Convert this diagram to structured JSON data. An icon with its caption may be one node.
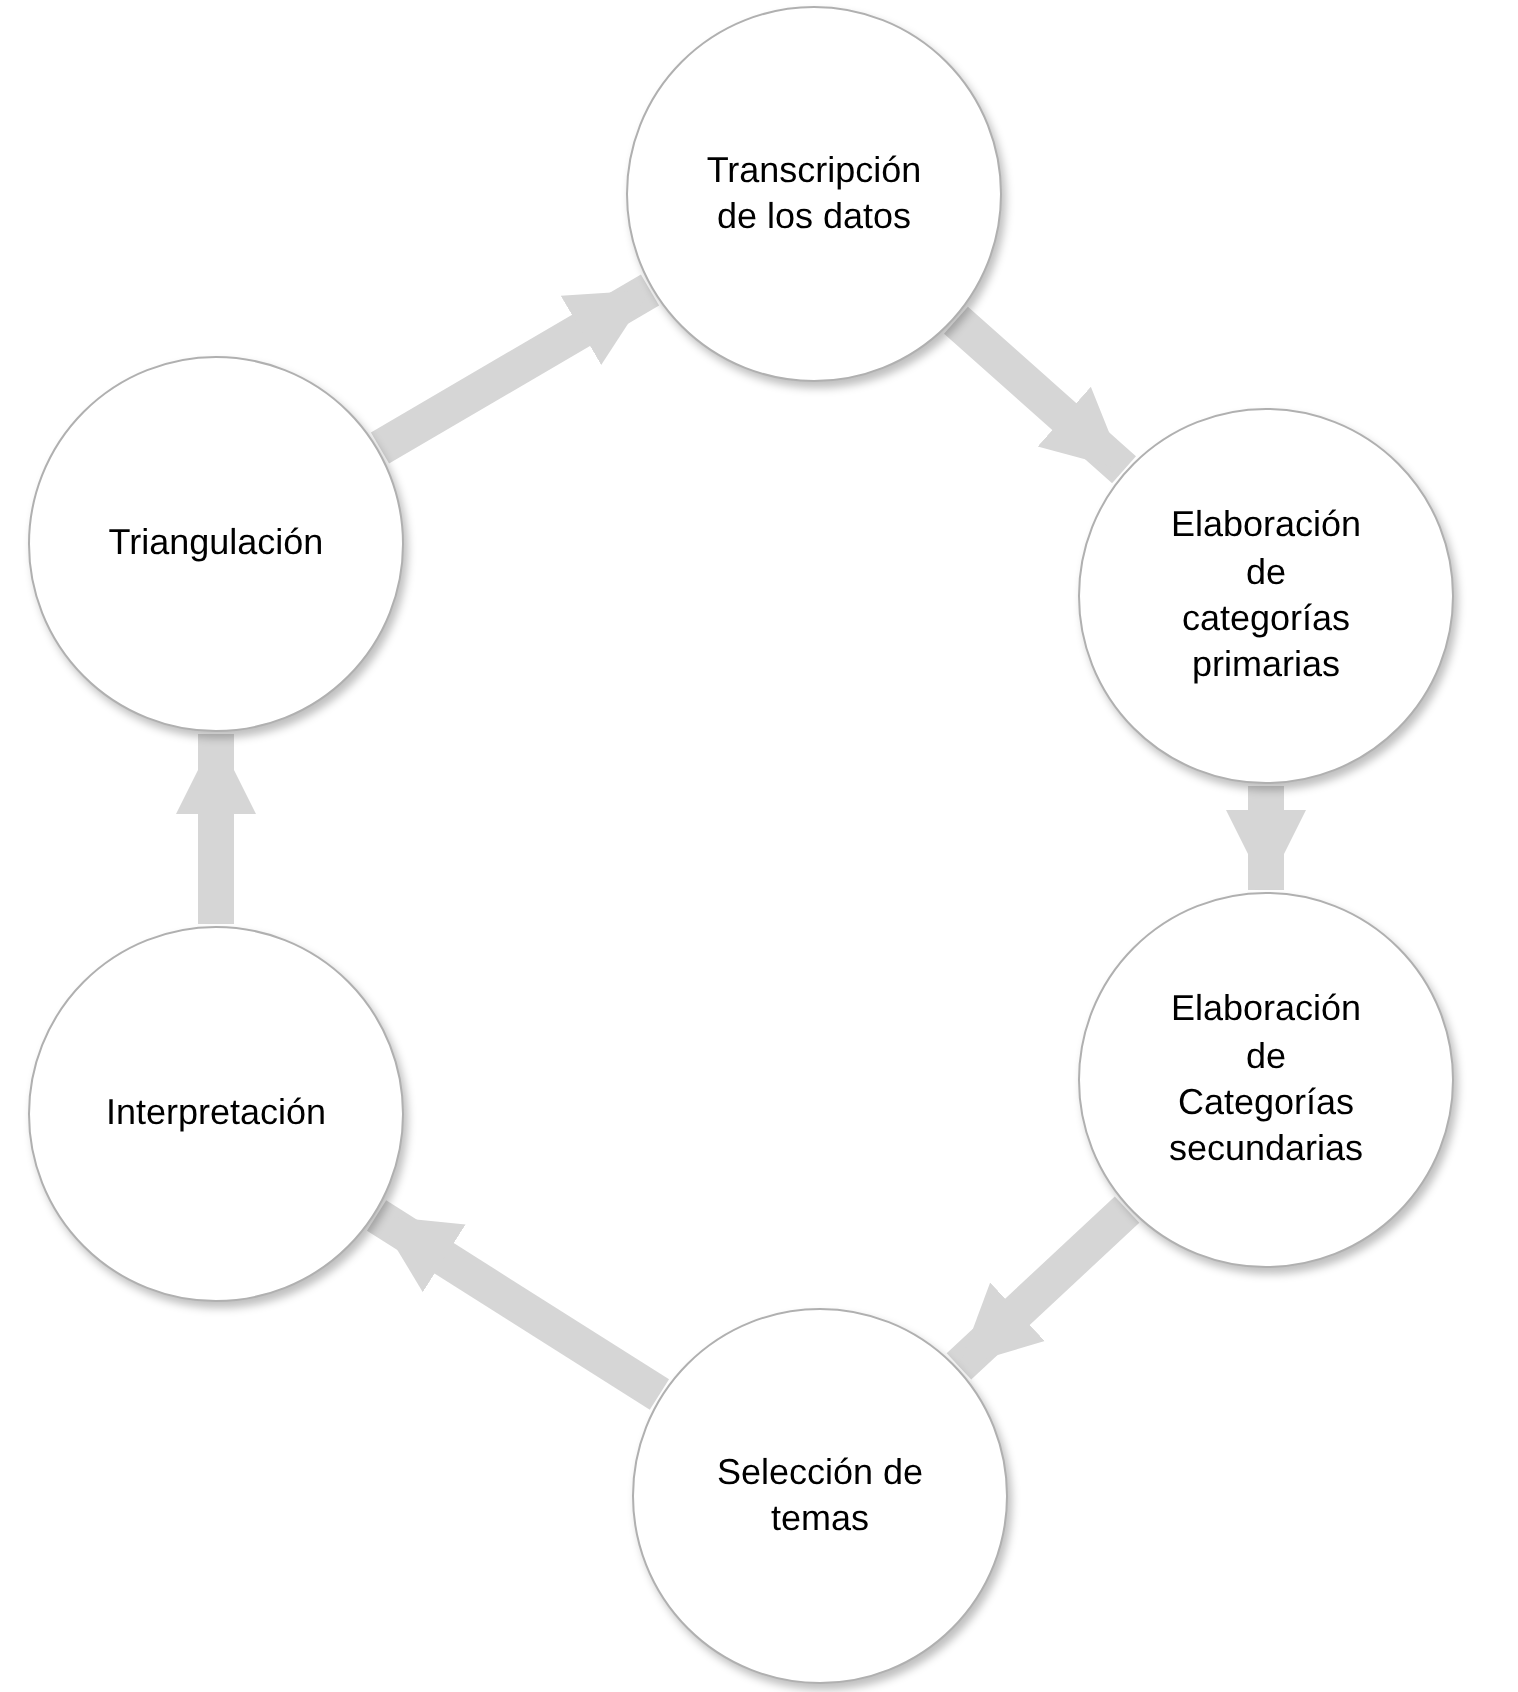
{
  "diagram": {
    "nodes": [
      {
        "text": [
          "Transcripción de los datos"
        ]
      },
      {
        "text": [
          "Elaboración de categorías primarias"
        ]
      },
      {
        "text": [
          "Elaboración de Categorías secundarias"
        ]
      },
      {
        "text": [
          "Selección de temas"
        ]
      },
      {
        "text": [
          "Interpretación"
        ]
      },
      {
        "text": [
          "Triangulación"
        ]
      }
    ],
    "edges": [
      {
        "from": 0,
        "to": 1,
        "arrow": "to"
      },
      {
        "from": 1,
        "to": 2,
        "arrow": "to"
      },
      {
        "from": 2,
        "to": 3,
        "arrow": "to"
      },
      {
        "from": 3,
        "to": 4,
        "arrow": "to"
      },
      {
        "from": 4,
        "to": 5,
        "arrow": "to"
      },
      {
        "from": 5,
        "to": 0,
        "arrow": "to"
      }
    ]
  }
}
